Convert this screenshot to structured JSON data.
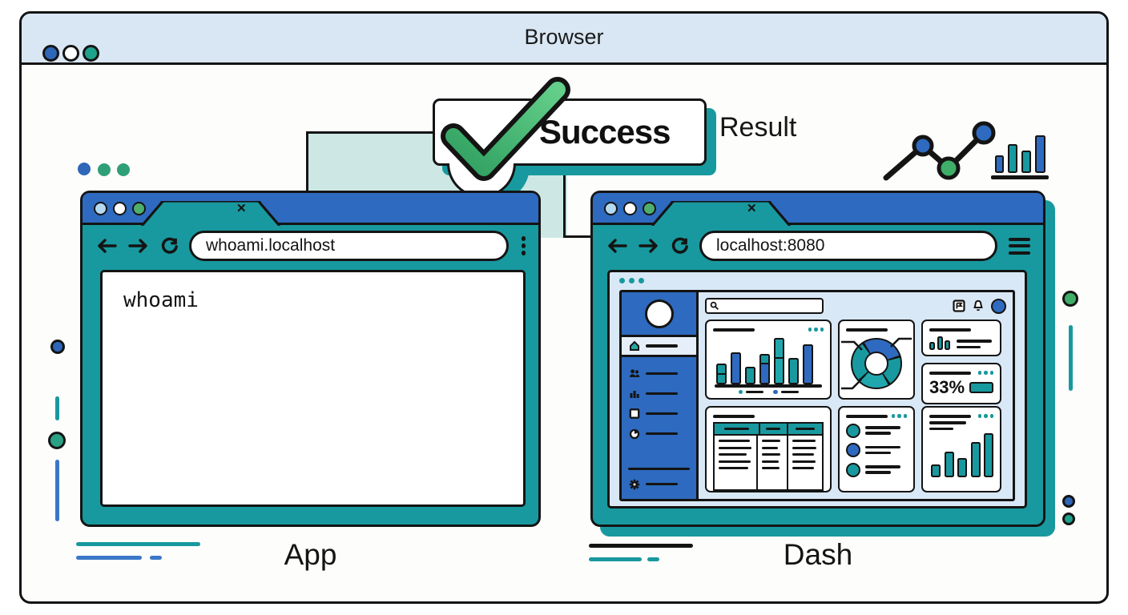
{
  "palette": {
    "ink": "#141414",
    "blue": "#2e6abf",
    "teal": "#18999f",
    "teal-bright": "#20a7ad",
    "green": "#3fae68",
    "mint": "#cde8e4",
    "frame-bar": "#d9e7f4",
    "dash-bg": "#d9e8f6",
    "paper": "#fdfdfb",
    "light-blue": "#b5d9f0"
  },
  "browser": {
    "title": "Browser"
  },
  "banner": {
    "success_label": "Success",
    "result_label": "Result"
  },
  "app_window": {
    "url": "whoami.localhost",
    "tab_close": "✕",
    "content_text": "whoami",
    "caption": "App"
  },
  "dash_window": {
    "url": "localhost:8080",
    "tab_close": "✕",
    "caption": "Dash",
    "stat_percent": "33%"
  },
  "charts": {
    "deco_bars": [
      {
        "h": 22,
        "w": 11,
        "c": "#2e6abf"
      },
      {
        "h": 36,
        "w": 12,
        "c": "#18999f"
      },
      {
        "h": 28,
        "w": 12,
        "c": "#18999f"
      },
      {
        "h": 47,
        "w": 13,
        "c": "#2e6abf"
      }
    ],
    "main_bars": [
      {
        "h": 26,
        "w": 13,
        "c": "#18999f",
        "cap": {
          "h": 12,
          "c": "#18999f"
        }
      },
      {
        "h": 40,
        "w": 13,
        "c": "#2e6abf"
      },
      {
        "h": 22,
        "w": 13,
        "c": "#18999f"
      },
      {
        "h": 38,
        "w": 13,
        "c": "#2e6abf",
        "cap": {
          "h": 11,
          "c": "#18999f"
        }
      },
      {
        "h": 58,
        "w": 13,
        "c": "#20a7ad",
        "cap": {
          "h": 24,
          "c": "#20a7ad"
        }
      },
      {
        "h": 33,
        "w": 13,
        "c": "#18999f"
      },
      {
        "h": 50,
        "w": 13,
        "c": "#2e6abf"
      }
    ],
    "mini_bars": [
      {
        "h": 10,
        "w": 7,
        "c": "#18999f"
      },
      {
        "h": 17,
        "w": 7,
        "c": "#18999f"
      },
      {
        "h": 12,
        "w": 7,
        "c": "#18999f"
      }
    ],
    "bottom_bars": [
      {
        "h": 16,
        "w": 12,
        "c": "#18999f"
      },
      {
        "h": 32,
        "w": 12,
        "c": "#18999f"
      },
      {
        "h": 24,
        "w": 12,
        "c": "#18999f"
      },
      {
        "h": 44,
        "w": 12,
        "c": "#18999f"
      },
      {
        "h": 55,
        "w": 12,
        "c": "#18999f"
      }
    ],
    "donut_gradient": "conic-gradient(from -30deg, #2e6abf 0deg 100deg, #141414 100deg 106deg, #18999f 106deg 175deg, #141414 175deg 181deg, #20a7ad 181deg 252deg, #141414 252deg 258deg, #18999f 258deg 354deg, #141414 354deg 360deg)"
  }
}
